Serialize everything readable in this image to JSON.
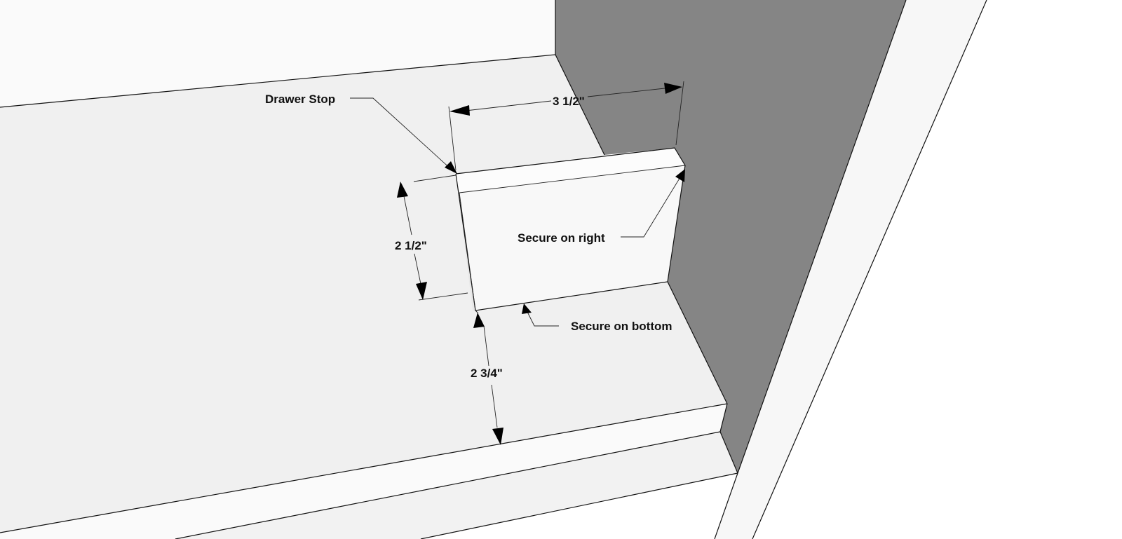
{
  "labels": {
    "drawer_stop": "Drawer Stop",
    "width": "3 1/2\"",
    "height": "2 1/2\"",
    "offset": "2 3/4\"",
    "secure_right": "Secure on right",
    "secure_bottom": "Secure on bottom"
  },
  "colors": {
    "background": "#ffffff",
    "top_panel": "#fafafa",
    "floor": "#f0f0f0",
    "side_wall": "#858585",
    "stop_face": "#f8f8f8",
    "frame": "#f7f7f7",
    "line": "#111111"
  }
}
